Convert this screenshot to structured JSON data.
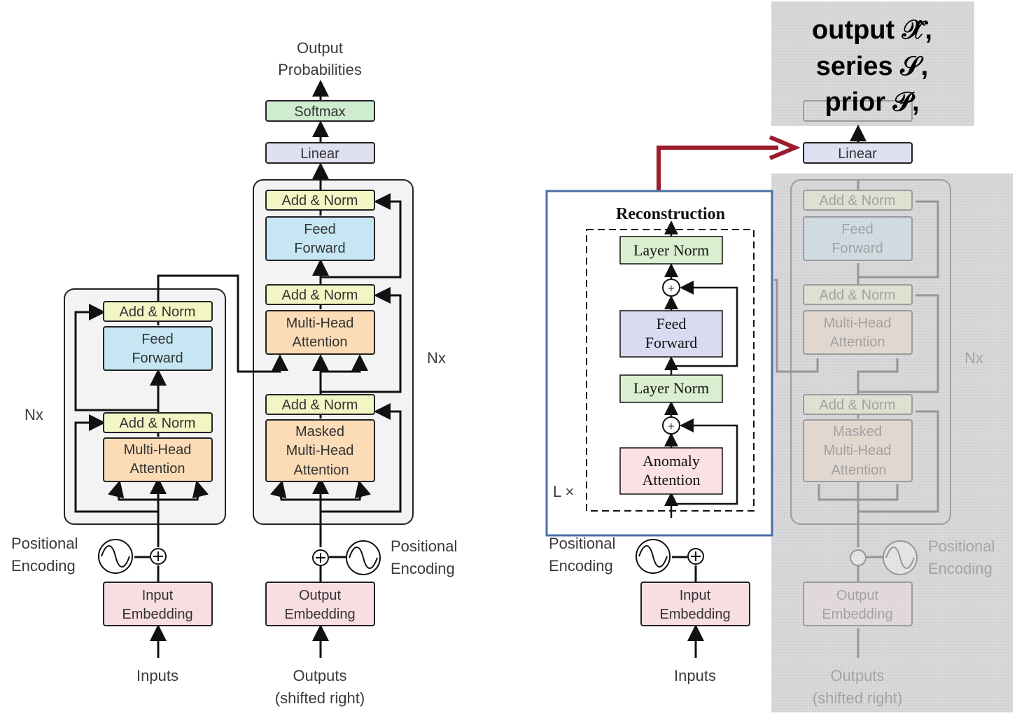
{
  "left": {
    "outputs_title_1": "Output",
    "outputs_title_2": "Probabilities",
    "softmax": "Softmax",
    "linear": "Linear",
    "add_norm": "Add & Norm",
    "feed_1": "Feed",
    "feed_2": "Forward",
    "mha_1": "Multi-Head",
    "mha_2": "Attention",
    "masked_1": "Masked",
    "masked_2": "Multi-Head",
    "masked_3": "Attention",
    "nx": "Nx",
    "pos_1": "Positional",
    "pos_2": "Encoding",
    "input_emb_1": "Input",
    "input_emb_2": "Embedding",
    "output_emb_1": "Output",
    "output_emb_2": "Embedding",
    "inputs": "Inputs",
    "outputs_1": "Outputs",
    "outputs_2": "(shifted right)"
  },
  "right": {
    "output_line": "output 𝒳̂,",
    "series_line": "series 𝒮,",
    "prior_line": "prior 𝒫,",
    "linear": "Linear",
    "reconstruction": "Reconstruction",
    "layer_norm": "Layer Norm",
    "feed_1": "Feed",
    "feed_2": "Forward",
    "anomaly_1": "Anomaly",
    "anomaly_2": "Attention",
    "lx": "L ×",
    "plus": "+"
  },
  "colors": {
    "add_norm": "#f2f5c4",
    "feed_forward": "#c6e6f4",
    "attention": "#fbdcb7",
    "embedding": "#f8dde2",
    "softmax": "#cfeccf",
    "linear": "#dfe0f1",
    "recon_layer_norm": "#d9efcf",
    "recon_feed": "#dadaf0",
    "recon_anomaly": "#fbe1e4",
    "highlight_border": "#4a6fa5",
    "red_arrow": "#9c1c2c"
  }
}
